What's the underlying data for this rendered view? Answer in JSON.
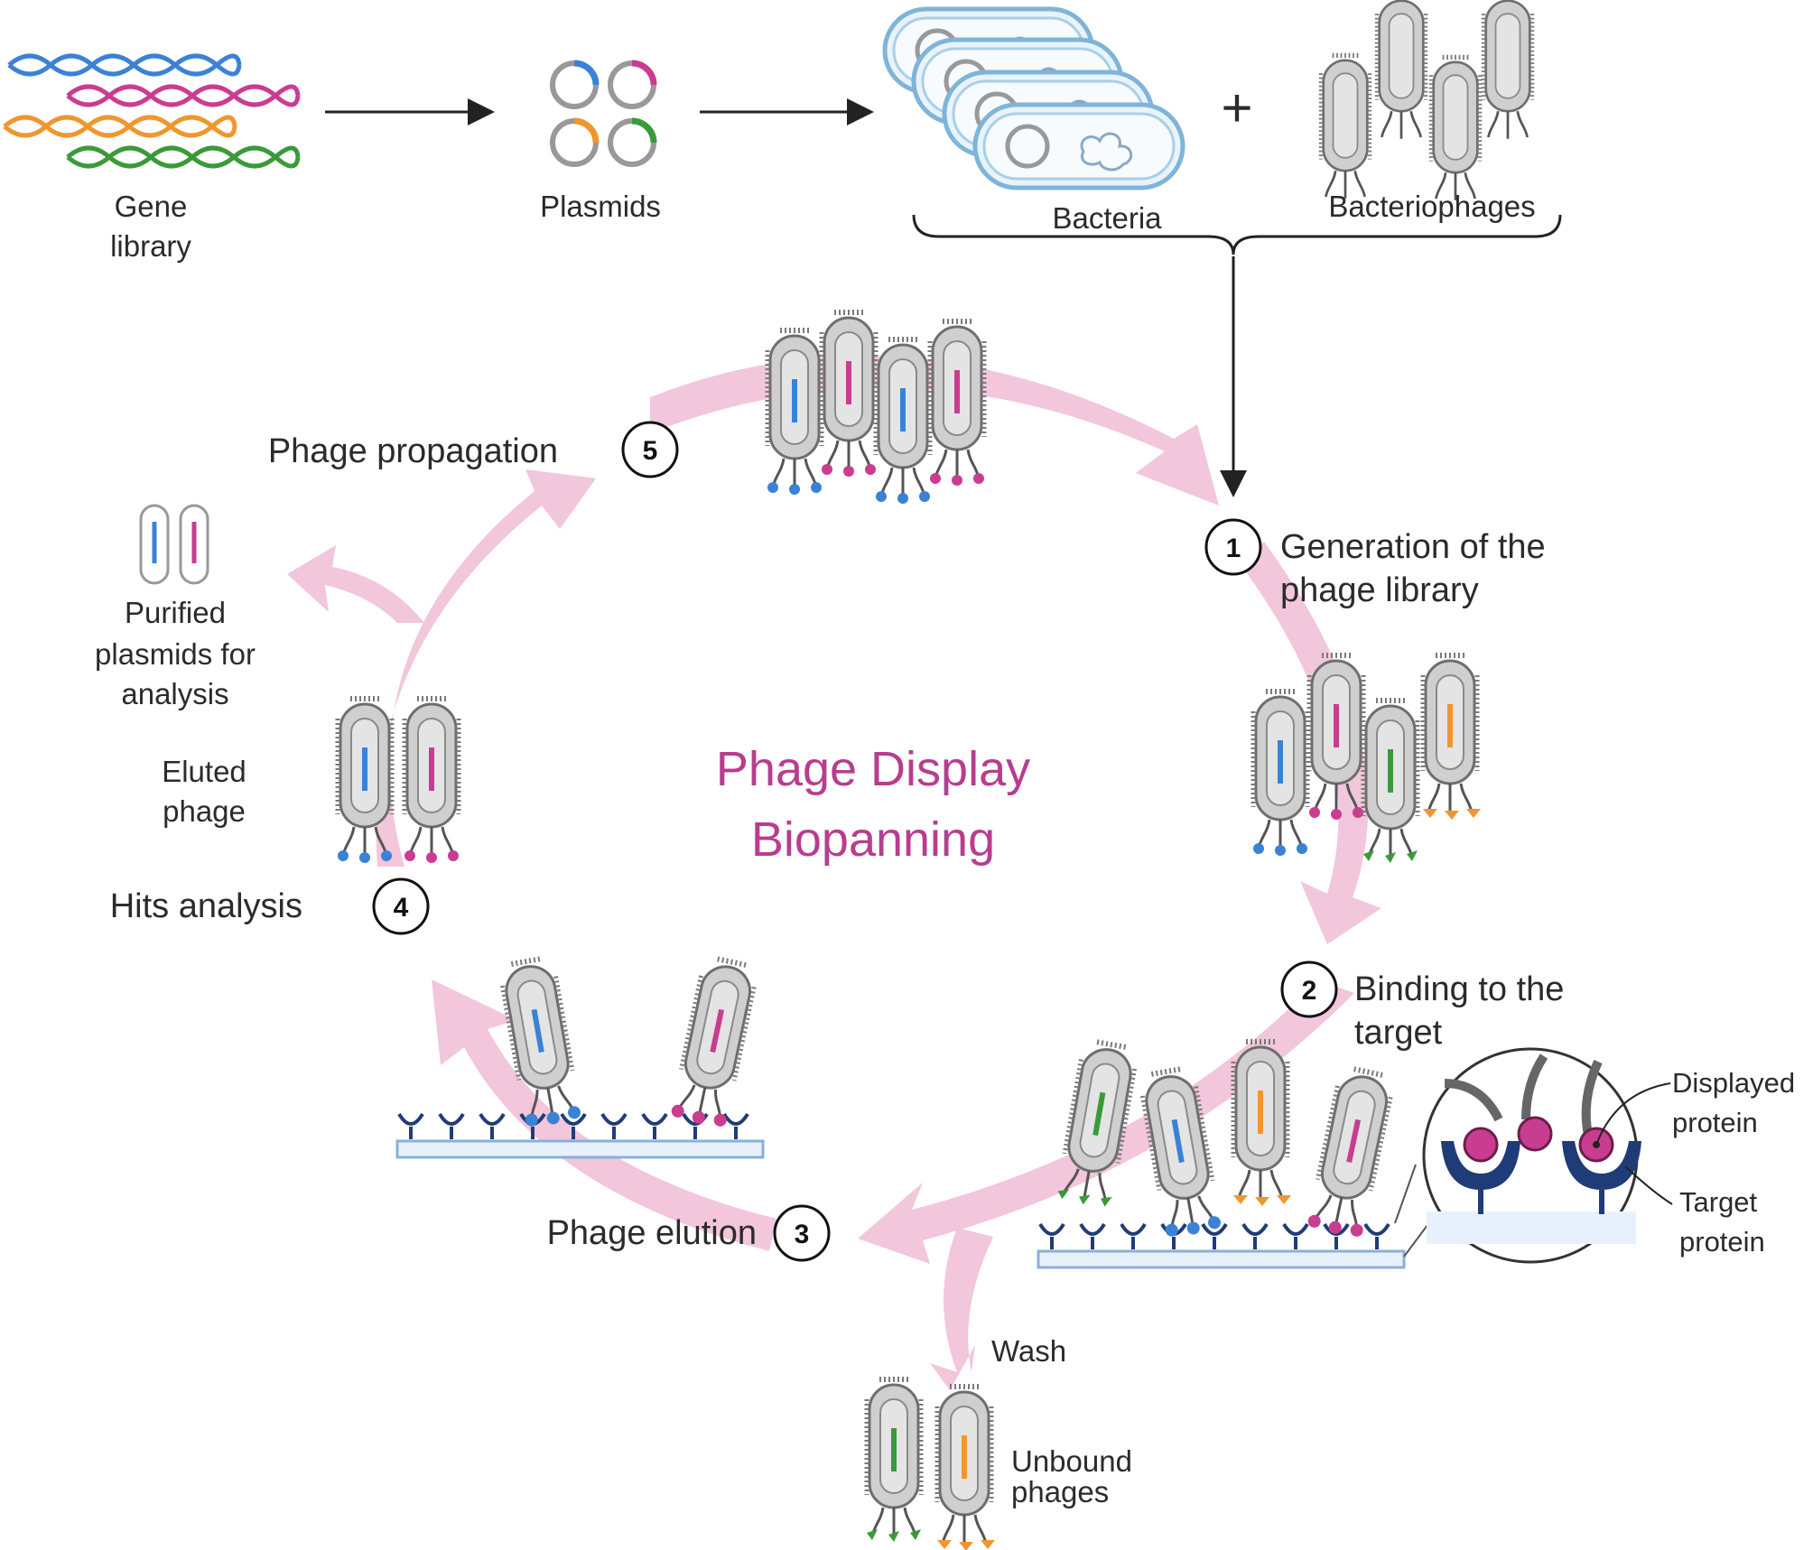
{
  "title": {
    "line1": "Phage Display",
    "line2": "Biopanning"
  },
  "top": {
    "gene_library": {
      "line1": "Gene",
      "line2": "library"
    },
    "plasmids": "Plasmids",
    "bacteria": "Bacteria",
    "bacteriophages": "Bacteriophages",
    "plus": "+"
  },
  "steps": [
    {
      "number": "1",
      "line1": "Generation of the",
      "line2": "phage library"
    },
    {
      "number": "2",
      "line1": "Binding to the",
      "line2": "target"
    },
    {
      "number": "3",
      "line1": "Phage elution",
      "line2": ""
    },
    {
      "number": "4",
      "line1": "Hits analysis",
      "line2": ""
    },
    {
      "number": "5",
      "line1": "Phage propagation",
      "line2": ""
    }
  ],
  "labels": {
    "purified": {
      "line1": "Purified",
      "line2": "plasmids for",
      "line3": "analysis"
    },
    "eluted": {
      "line1": "Eluted",
      "line2": "phage"
    },
    "wash": "Wash",
    "unbound": {
      "line1": "Unbound",
      "line2": "phages"
    },
    "displayed": {
      "line1": "Displayed",
      "line2": "protein"
    },
    "target": {
      "line1": "Target",
      "line2": "protein"
    }
  },
  "colors": {
    "arrow": "#f2c6db",
    "title": "#b83d8e",
    "blue": "#3b82d6",
    "magenta": "#c93d91",
    "orange": "#f0962e",
    "green": "#3a9a3a",
    "navy": "#1f3c78"
  }
}
